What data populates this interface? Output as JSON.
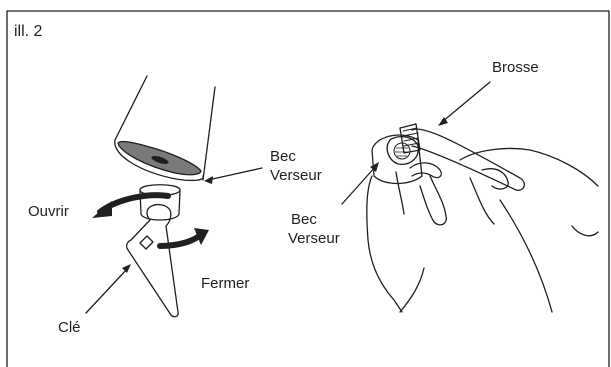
{
  "figure": {
    "title": "ill. 2",
    "labels": {
      "brosse": "Brosse",
      "bec_verseur_top_line1": "Bec",
      "bec_verseur_top_line2": "Verseur",
      "bec_verseur_right_line1": "Bec",
      "bec_verseur_right_line2": "Verseur",
      "ouvrir": "Ouvrir",
      "fermer": "Fermer",
      "cle": "Clé"
    }
  }
}
